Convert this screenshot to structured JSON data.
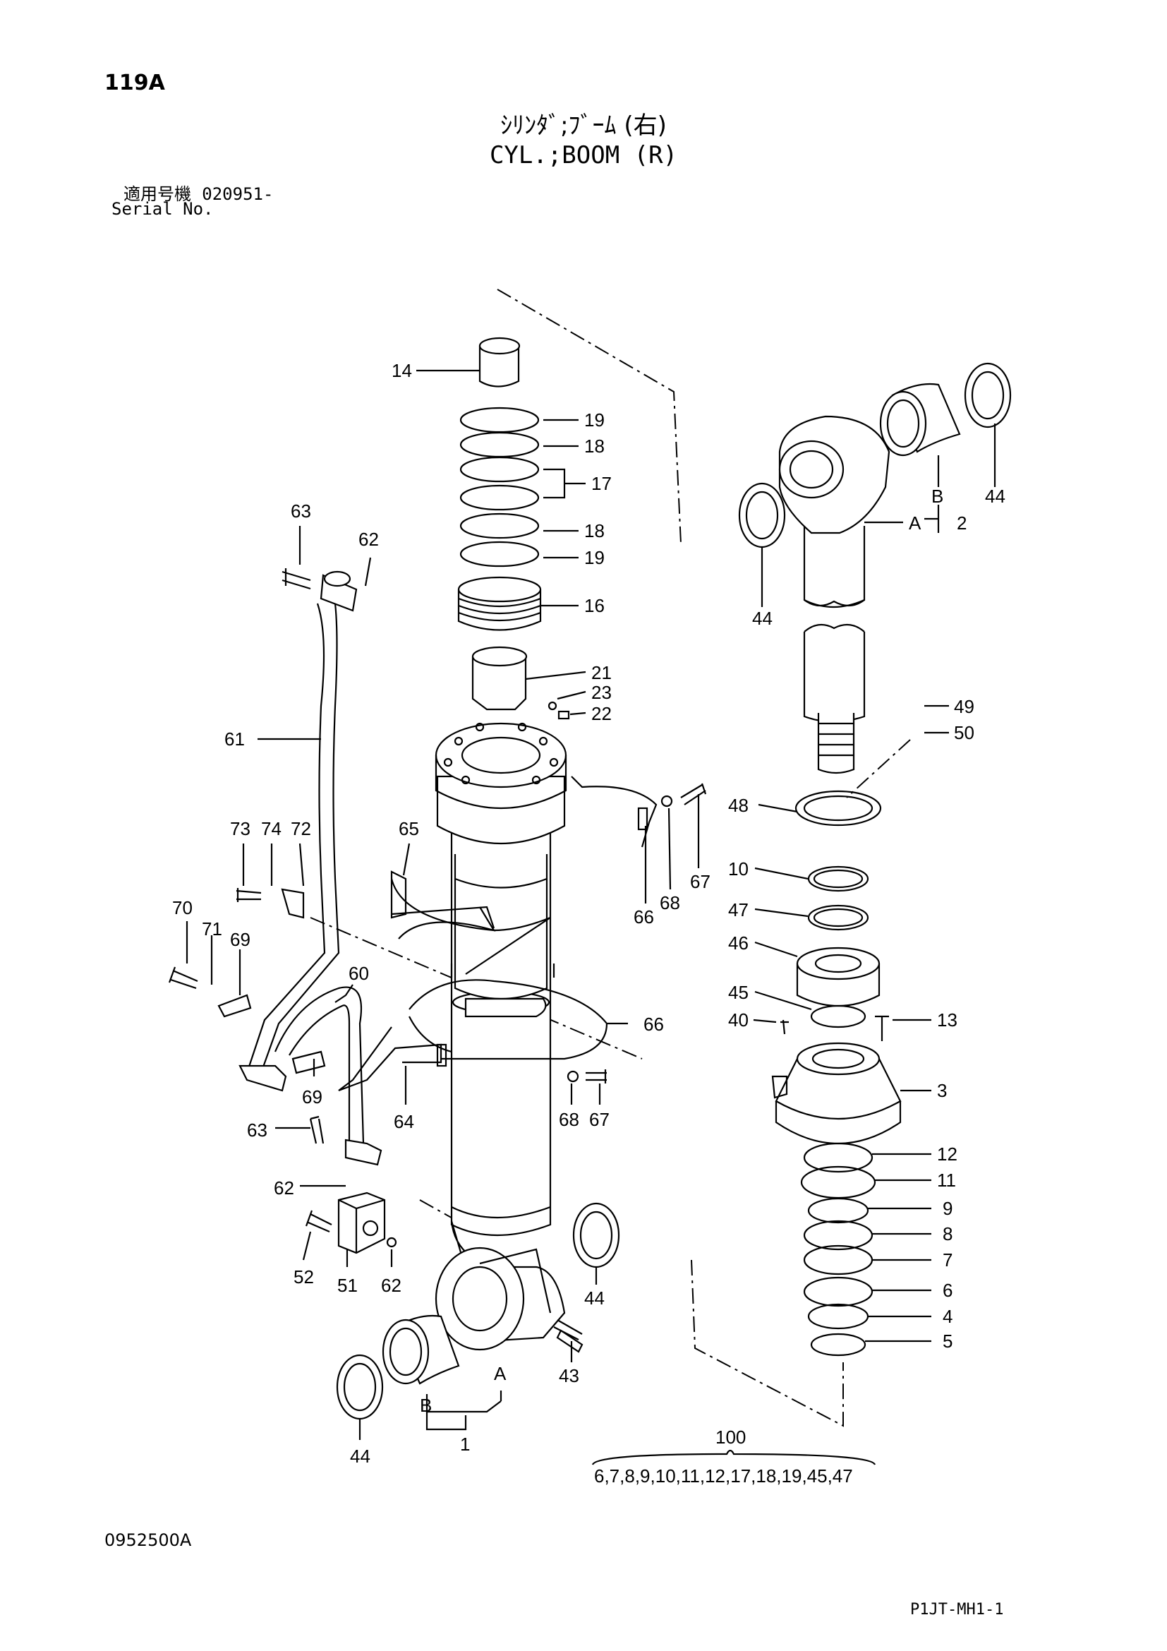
{
  "header": {
    "page_number": "119A",
    "title_jp": "ｼﾘﾝﾀﾞ;ﾌﾞｰﾑ (右)",
    "title_en": "CYL.;BOOM (R)",
    "serial_label_jp": "適用号機",
    "serial_value": "020951-",
    "serial_label_en": "Serial No."
  },
  "footer": {
    "drawing_number": "0952500A",
    "sheet_id": "P1JT-MH1-1"
  },
  "callouts": {
    "c14": "14",
    "c19a": "19",
    "c18a": "18",
    "c17": "17",
    "c18b": "18",
    "c19b": "19",
    "c16": "16",
    "c21": "21",
    "c23": "23",
    "c22": "22",
    "c63a": "63",
    "c62a": "62",
    "c61": "61",
    "c65": "65",
    "c73": "73",
    "c74": "74",
    "c72": "72",
    "c70": "70",
    "c71": "71",
    "c69a": "69",
    "c60": "60",
    "c69b": "69",
    "c64": "64",
    "c63b": "63",
    "c62b": "62",
    "c52": "52",
    "c51": "51",
    "c62c": "62",
    "c66a": "66",
    "c68a": "68",
    "c67a": "67",
    "c66b": "66",
    "c68b": "68",
    "c67b": "67",
    "c44a": "44",
    "c43": "43",
    "cA1": "A",
    "cB1": "B",
    "c1": "1",
    "c44b": "44",
    "cB2": "B",
    "c44c": "44",
    "c44d": "44",
    "cA2": "A",
    "c2": "2",
    "c49": "49",
    "c50": "50",
    "c48": "48",
    "c10": "10",
    "c47": "47",
    "c46": "46",
    "c45": "45",
    "c40": "40",
    "c13": "13",
    "c3": "3",
    "c12": "12",
    "c11": "11",
    "c9": "9",
    "c8": "8",
    "c7": "7",
    "c6": "6",
    "c4": "4",
    "c5": "5"
  },
  "kit": {
    "number": "100",
    "contents": "6,7,8,9,10,11,12,17,18,19,45,47"
  }
}
